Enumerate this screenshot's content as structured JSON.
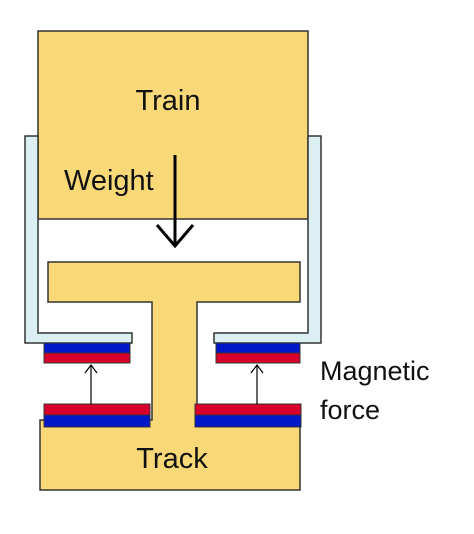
{
  "diagram": {
    "labels": {
      "train": "Train",
      "weight": "Weight",
      "track": "Track",
      "magnetic_line1": "Magnetic",
      "magnetic_line2": "force"
    },
    "colors": {
      "body_fill": "#F9D977",
      "outline": "#333333",
      "bracket_fill": "#DCEFF2",
      "magnet_red": "#D8002A",
      "magnet_blue": "#0018C8",
      "arrow": "#000000"
    }
  }
}
